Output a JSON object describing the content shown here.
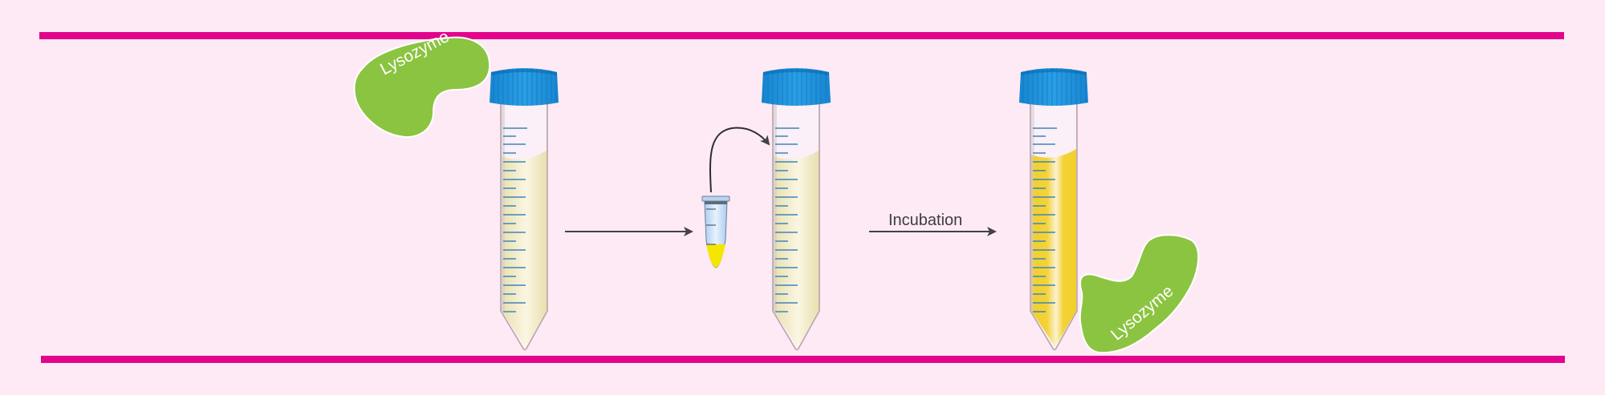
{
  "colors": {
    "background": "#fdeaf5",
    "frame_bar": "#e3048c",
    "enzyme_fill": "#8bc441",
    "cap": "#1a8fd8",
    "medium_pale": "#efe7c0",
    "medium_yellow": "#f3d234",
    "eppendorf_liquid": "#f5e600",
    "arrow": "#444048"
  },
  "steps": [
    {
      "id": "tube-1",
      "description": "Culture tube with lysozyme added",
      "enzyme_label": "Lysozyme"
    },
    {
      "id": "transfer",
      "arrow_label": ""
    },
    {
      "id": "tube-2",
      "description": "Culture tube receiving sample from microtube"
    },
    {
      "id": "incubation",
      "arrow_label": "Incubation"
    },
    {
      "id": "tube-3",
      "description": "Incubated tube with lysozyme",
      "enzyme_label": "Lysozyme"
    }
  ],
  "labels": {
    "enzyme_top": "Lysozyme",
    "enzyme_bottom": "Lysozyme",
    "incubation": "Incubation"
  }
}
